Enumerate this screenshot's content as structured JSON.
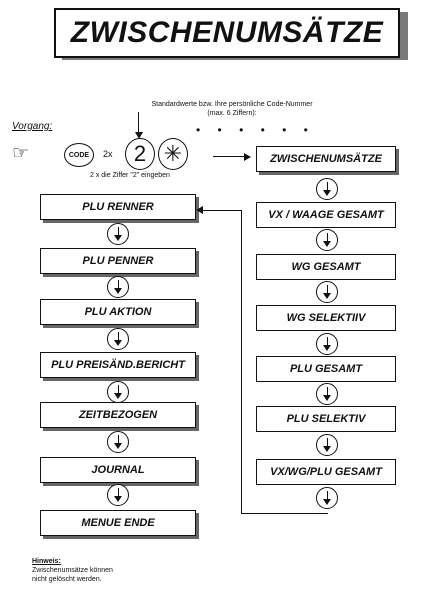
{
  "title": "ZWISCHENUMSÄTZE",
  "sequence": {
    "vorgang": "Vorgang:",
    "code_note": "Standardwerte bzw. Ihre persönliche Code-Nummer\n(max. 6 Ziffern):",
    "dots": "• • • • • •",
    "code_key": "CODE",
    "times": "2x",
    "key_2": "2",
    "key_star": "✳",
    "digit_note": "2 x die Ziffer \"2\" eingeben"
  },
  "left_flow": [
    {
      "label": "PLU RENNER"
    },
    {
      "label": "PLU PENNER"
    },
    {
      "label": "PLU AKTION"
    },
    {
      "label": "PLU PREISÄND.BERICHT"
    },
    {
      "label": "ZEITBEZOGEN"
    },
    {
      "label": "JOURNAL"
    },
    {
      "label": "MENUE ENDE"
    }
  ],
  "right_flow": [
    {
      "label": "ZWISCHENUMSÄTZE"
    },
    {
      "label": "VX / WAAGE GESAMT"
    },
    {
      "label": "WG GESAMT"
    },
    {
      "label": "WG SELEKTIIV"
    },
    {
      "label": "PLU GESAMT"
    },
    {
      "label": "PLU SELEKTIV"
    },
    {
      "label": "VX/WG/PLU GESAMT"
    }
  ],
  "hint": {
    "title": "Hinweis:",
    "text": "Zwischenumsätze können\nnicht gelöscht werden."
  },
  "icons": {
    "hand": "pointing-hand-icon",
    "connector": "down-arrow-circle-icon"
  }
}
